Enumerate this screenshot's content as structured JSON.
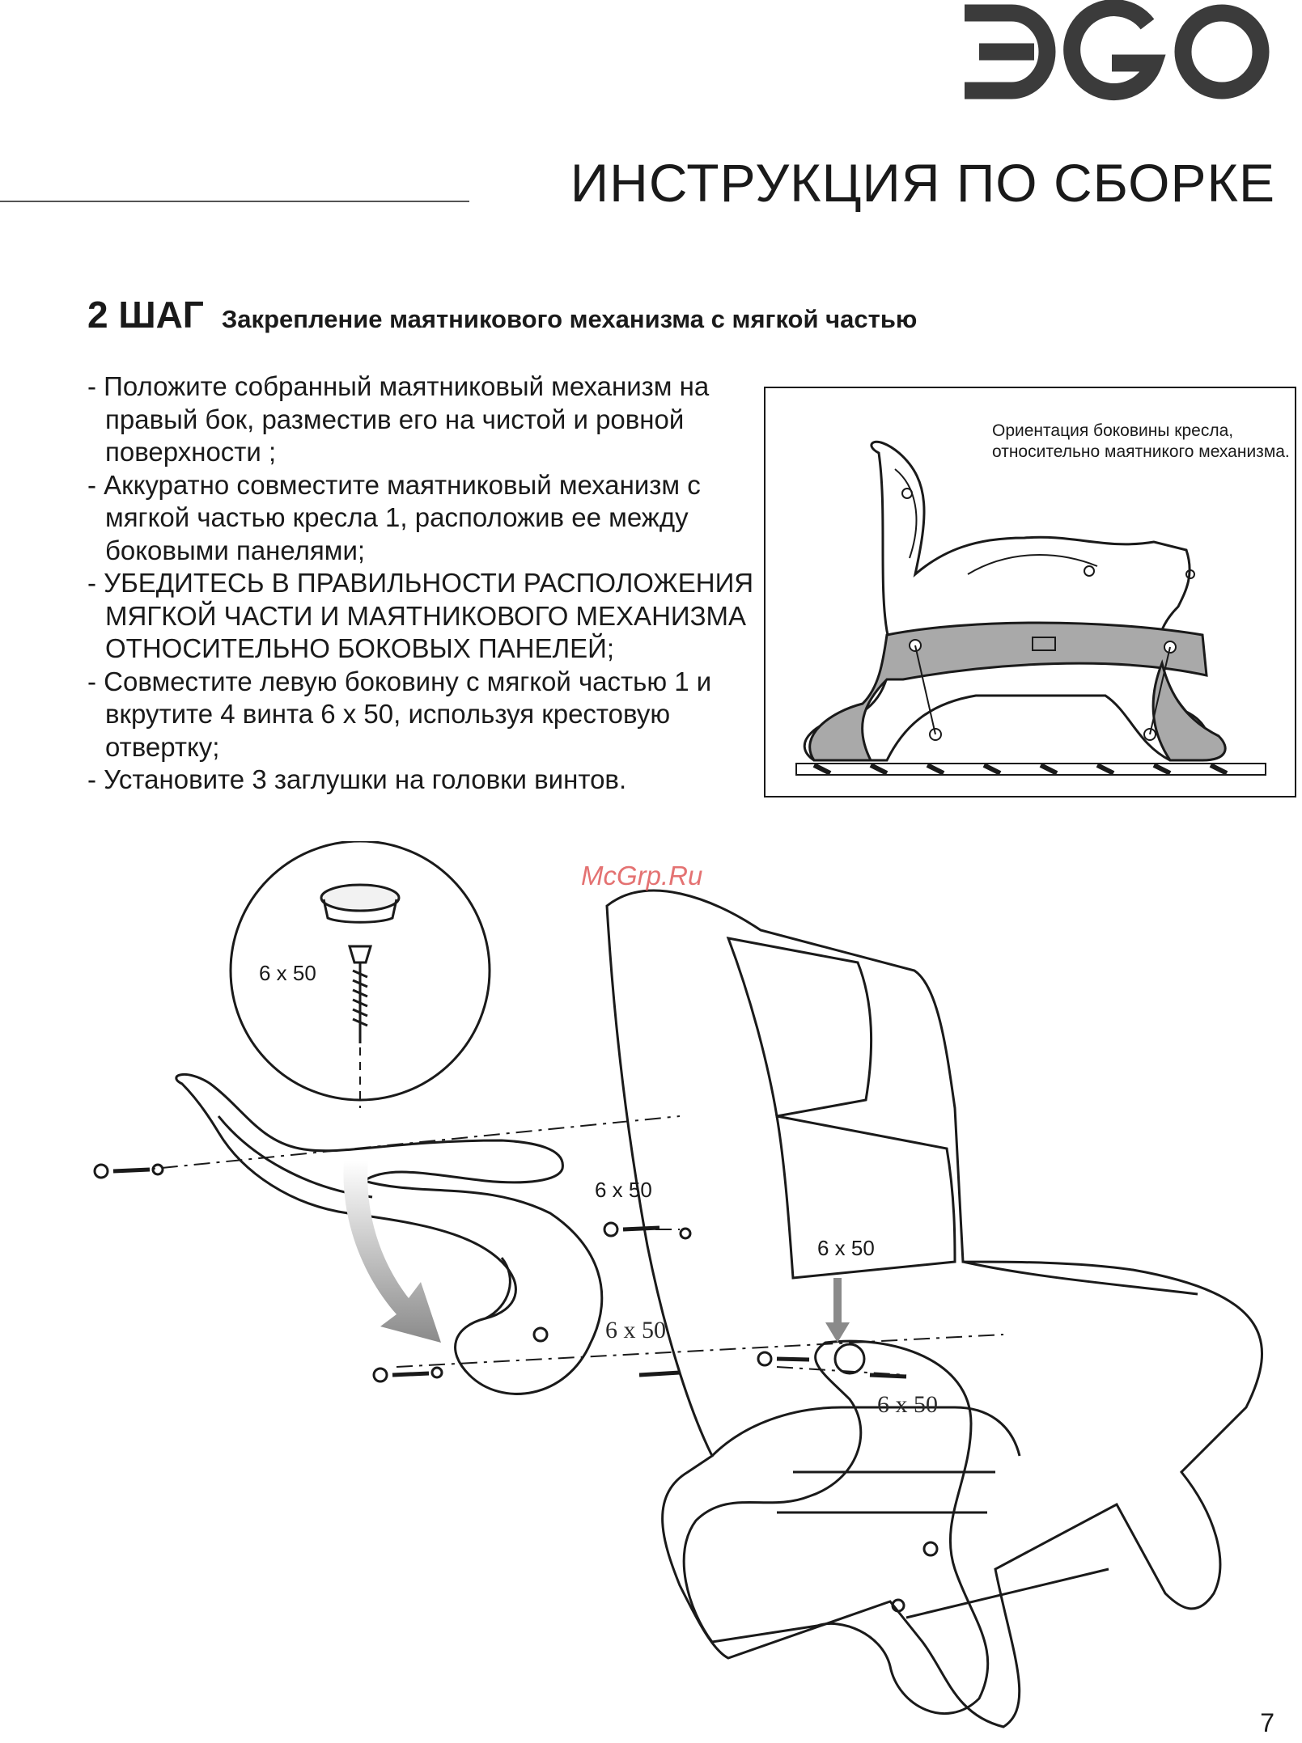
{
  "header": {
    "logo_text": "ЭGO",
    "title": "ИНСТРУКЦИЯ ПО СБОРКЕ"
  },
  "step": {
    "number": "2 ШАГ",
    "subtitle": "Закрепление маятникового механизма с мягкой частью"
  },
  "instructions": [
    "- Положите собранный маятниковый механизм на правый бок, разместив его на чистой и ровной поверхности ;",
    "- Аккуратно совместите маятниковый механизм с мягкой частью кресла 1, расположив ее между боковыми панелями;",
    "- УБЕДИТЕСЬ В ПРАВИЛЬНОСТИ РАСПОЛОЖЕНИЯ МЯГКОЙ ЧАСТИ И МАЯТНИКОВОГО МЕХАНИЗМА ОТНОСИТЕЛЬНО БОКОВЫХ ПАНЕЛЕЙ;",
    "- Совместите левую боковину с мягкой частью 1 и вкрутите 4 винта 6 х 50, используя крестовую отвертку;",
    "- Установите 3 заглушки на головки винтов."
  ],
  "orientation_box": {
    "caption": "Ориентация боковины кресла, относительно маятникого механизма."
  },
  "diagram": {
    "watermark": "McGrp.Ru",
    "callouts": [
      "6 x 50",
      "6 x 50",
      "6 x 50",
      "6 x 50",
      "6 x 50"
    ]
  },
  "footer": {
    "page_number": "7"
  }
}
